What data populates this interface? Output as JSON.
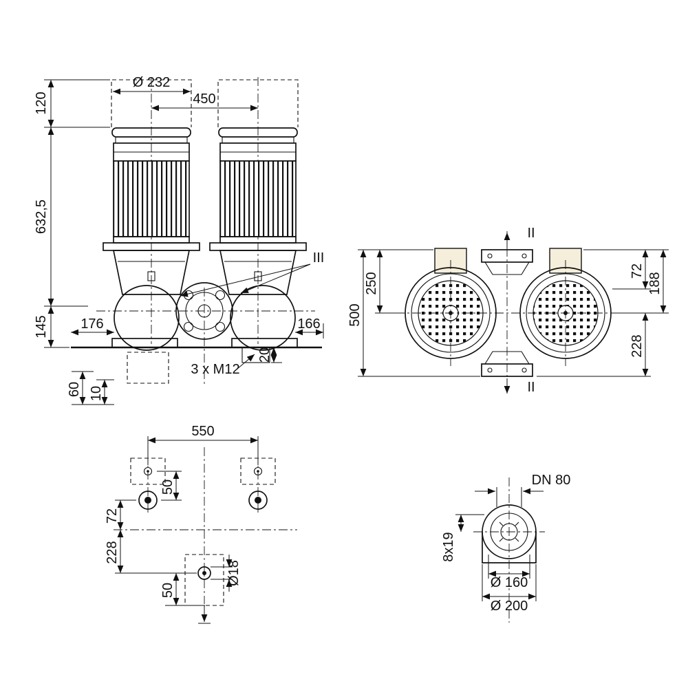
{
  "drawing": {
    "front": {
      "dims": {
        "removal_space": "120",
        "motor_diameter": "Ø 232",
        "axis_spacing": "450",
        "height_total": "632,5",
        "height_base": "145",
        "offset_left": "176",
        "offset_right": "166",
        "tapped_holes": "3 x M12",
        "pad_thickness": "20",
        "foundation_depth": "60",
        "grout_thickness": "10"
      },
      "section_label": "III"
    },
    "top": {
      "dims": {
        "half_width": "250",
        "overall_width": "500",
        "offset_a": "72",
        "offset_b": "188",
        "offset_c": "228"
      },
      "section_label_top": "II",
      "section_label_bottom": "II"
    },
    "base_plan": {
      "dims": {
        "bolt_span": "550",
        "hole_offset_upper": "50",
        "row_offset_a": "72",
        "row_offset_b": "228",
        "hole_offset_lower": "50",
        "hole_diameter": "Ø18"
      }
    },
    "flange": {
      "dims": {
        "nominal_diameter": "DN 80",
        "bolt_holes": "8x19",
        "bolt_circle": "Ø 160",
        "outer_diameter": "Ø 200"
      }
    },
    "colors": {
      "line": "#111111",
      "terminal_box": "#f4eedb",
      "background": "#ffffff"
    }
  }
}
